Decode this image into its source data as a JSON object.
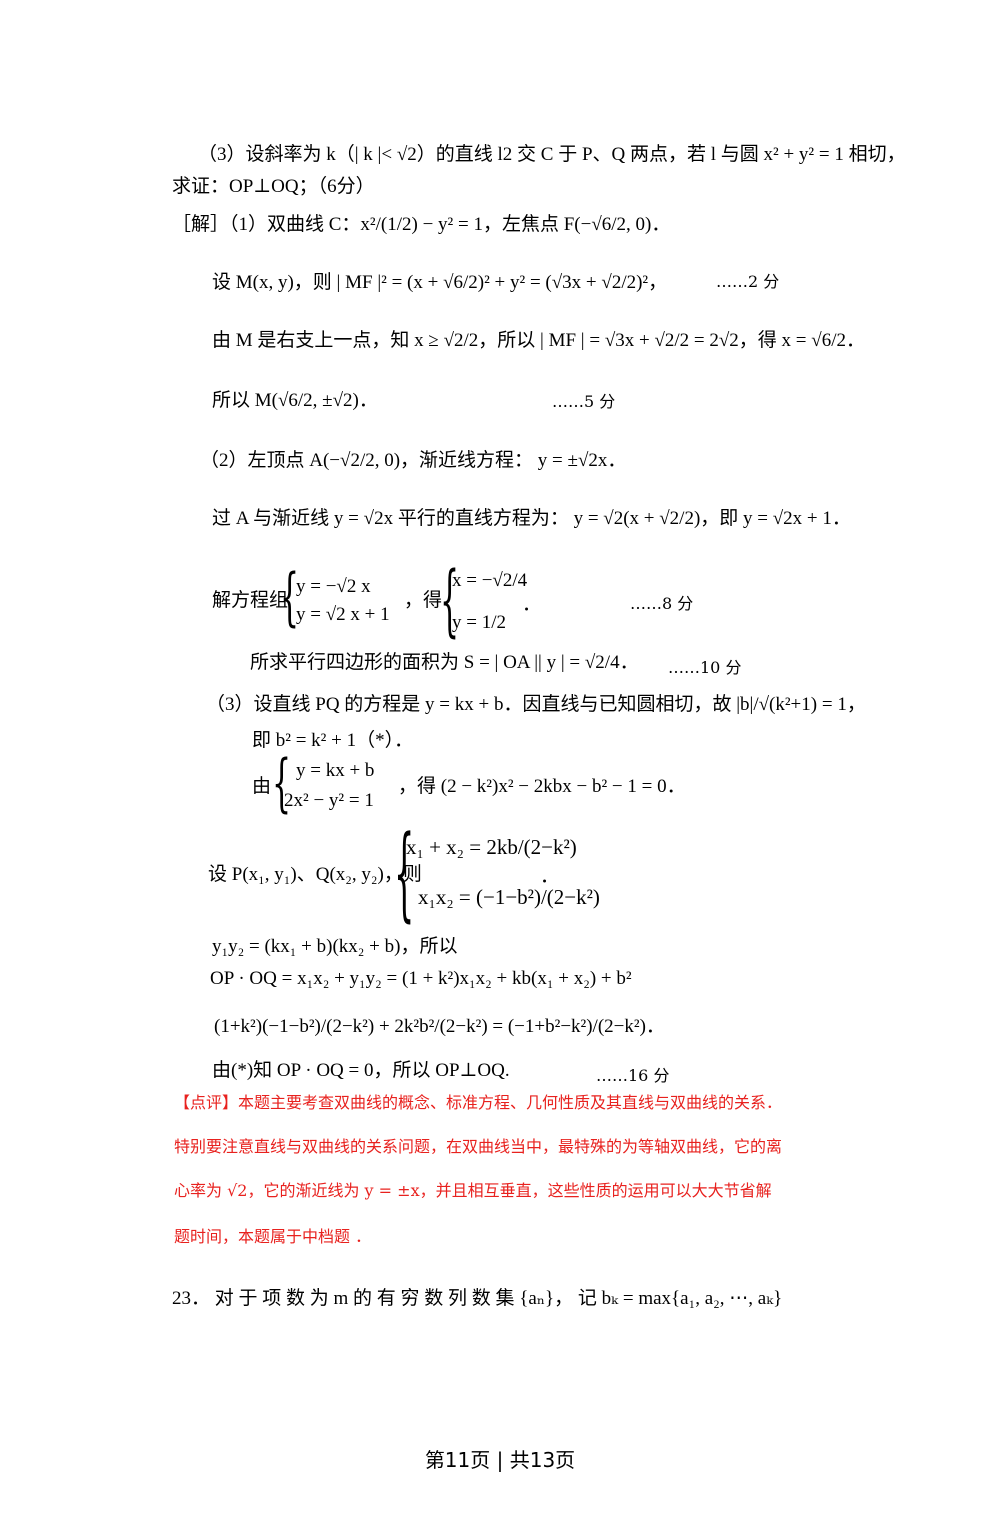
{
  "lines": {
    "l01": "（3）设斜率为 k（| k |< √2）的直线 l2 交 C 于 P、Q 两点，若 l 与圆 x² + y² = 1 相切，",
    "l02": "求证：OP⊥OQ；（6分）",
    "l03": "［解］（1）双曲线 C：x²/(1/2) − y² = 1，左焦点 F(−√6/2, 0)．",
    "l04": "设 M(x, y)，则 | MF |² = (x + √6/2)² + y² = (√3x + √2/2)²，",
    "l05": "由 M 是右支上一点，知 x ≥ √2/2，所以 | MF | = √3x + √2/2 = 2√2，得 x = √6/2．",
    "l06": "所以 M(√6/2, ±√2)．",
    "l07": "（2）左顶点 A(−√2/2, 0)，渐近线方程： y = ±√2x．",
    "l08": "过 A 与渐近线 y = √2x 平行的直线方程为： y = √2(x + √2/2)，即 y = √2x + 1．",
    "l09a": "解方程组",
    "l09b": "y = −√2 x",
    "l09c": "y = √2 x + 1",
    "l09d": "，得",
    "l09e": "x = −√2/4",
    "l09f": "y = 1/2",
    "l09g": "．",
    "l10": "所求平行四边形的面积为 S = | OA || y | = √2/4．",
    "l11": "（3）设直线 PQ 的方程是 y = kx + b．因直线与已知圆相切，故 |b|/√(k²+1) = 1，",
    "l12": "即 b² = k² + 1（*）．",
    "l13a": "由",
    "l13b": "y = kx + b",
    "l13c": "2x² − y² = 1",
    "l13d": "，得 (2 − k²)x² − 2kbx − b² − 1 = 0．",
    "l14a": "设 P(x₁, y₁)、Q(x₂, y₂)，则",
    "l14b": "x₁ + x₂ = 2kb/(2−k²)",
    "l14c": "x₁x₂ = (−1−b²)/(2−k²)",
    "l14d": "．",
    "l15": "y₁y₂ = (kx₁ + b)(kx₂ + b)，所以",
    "l16": "OP · OQ = x₁x₂ + y₁y₂ = (1 + k²)x₁x₂ + kb(x₁ + x₂) + b²",
    "l17": "(1+k²)(−1−b²)/(2−k²) + 2k²b²/(2−k²) = (−1+b²−k²)/(2−k²)．",
    "l18": "由(*)知 OP · OQ = 0，所以 OP⊥OQ.",
    "r1": "【点评】本题主要考查双曲线的概念、标准方程、几何性质及其直线与双曲线的关系．",
    "r2": "特别要注意直线与双曲线的关系问题，在双曲线当中，最特殊的为等轴双曲线，它的离",
    "r3": "心率为 √2，它的渐近线为 y = ±x，并且相互垂直，这些性质的运用可以大大节省解",
    "r4": "题时间，本题属于中档题 ．",
    "q23": "23． 对 于 项 数 为 m 的 有 穷 数 列 数 集 {aₙ}， 记 bₖ = max{a₁, a₂, ⋯, aₖ}"
  },
  "scores": {
    "s2": "……2 分",
    "s5": "……5 分",
    "s8": "……8 分",
    "s10": "……10 分",
    "s16": "……16 分"
  },
  "footer": "第11页 | 共13页"
}
